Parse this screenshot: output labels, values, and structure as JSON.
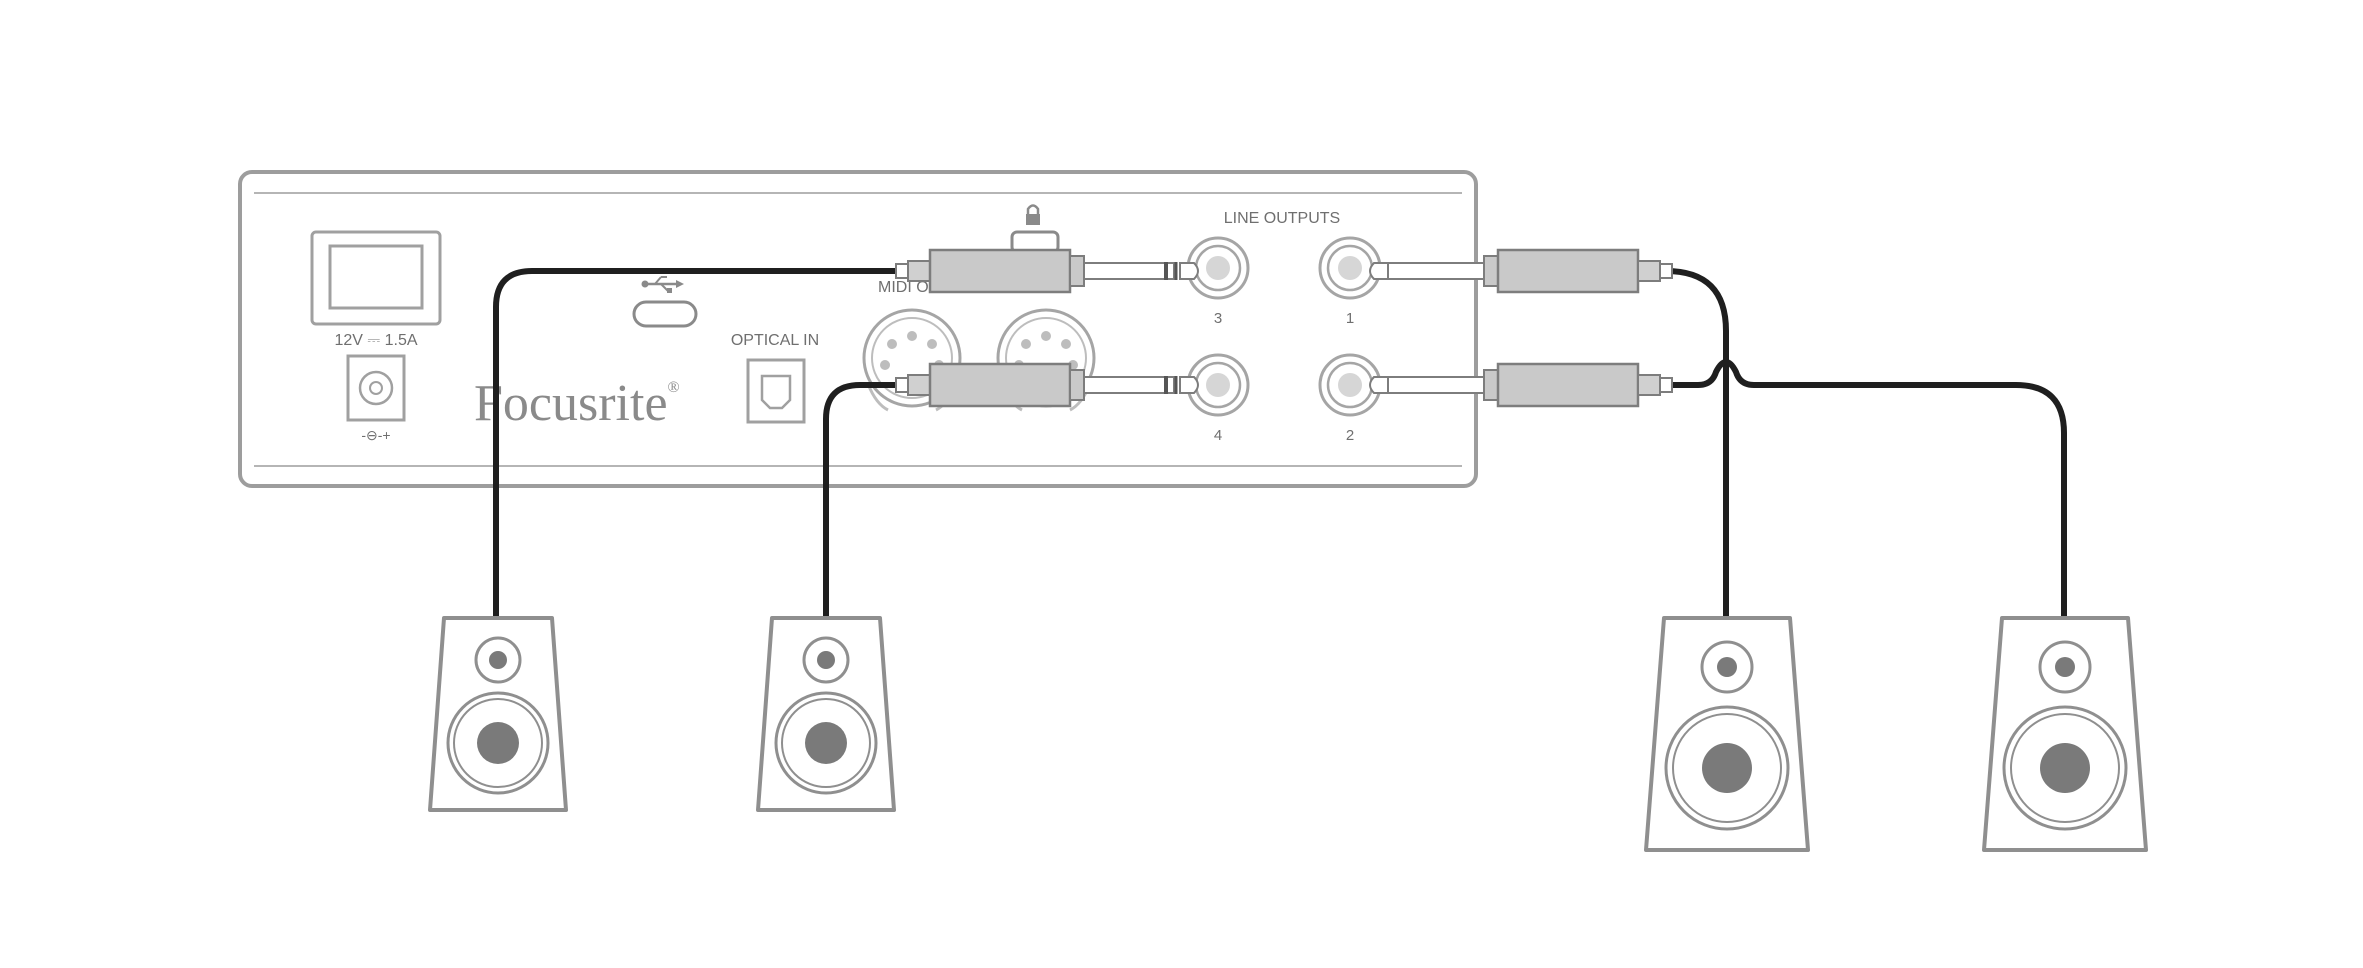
{
  "labels": {
    "power_rating": "12V ⎓ 1.5A",
    "polarity": "-⊖-+",
    "optical_in": "OPTICAL IN",
    "midi_out": "MIDI OUT",
    "line_outputs": "LINE OUTPUTS",
    "out_1": "1",
    "out_2": "2",
    "out_3": "3",
    "out_4": "4",
    "brand": "Focusrite",
    "brand_mark": "®"
  },
  "icons": {
    "usb": "usb-icon",
    "lock": "lock-icon"
  },
  "colors": {
    "panel_stroke": "#a8a8a8",
    "cable": "#1f1f1f",
    "jack_body": "#c9c9c9",
    "speaker_cone": "#7a7a7a"
  }
}
